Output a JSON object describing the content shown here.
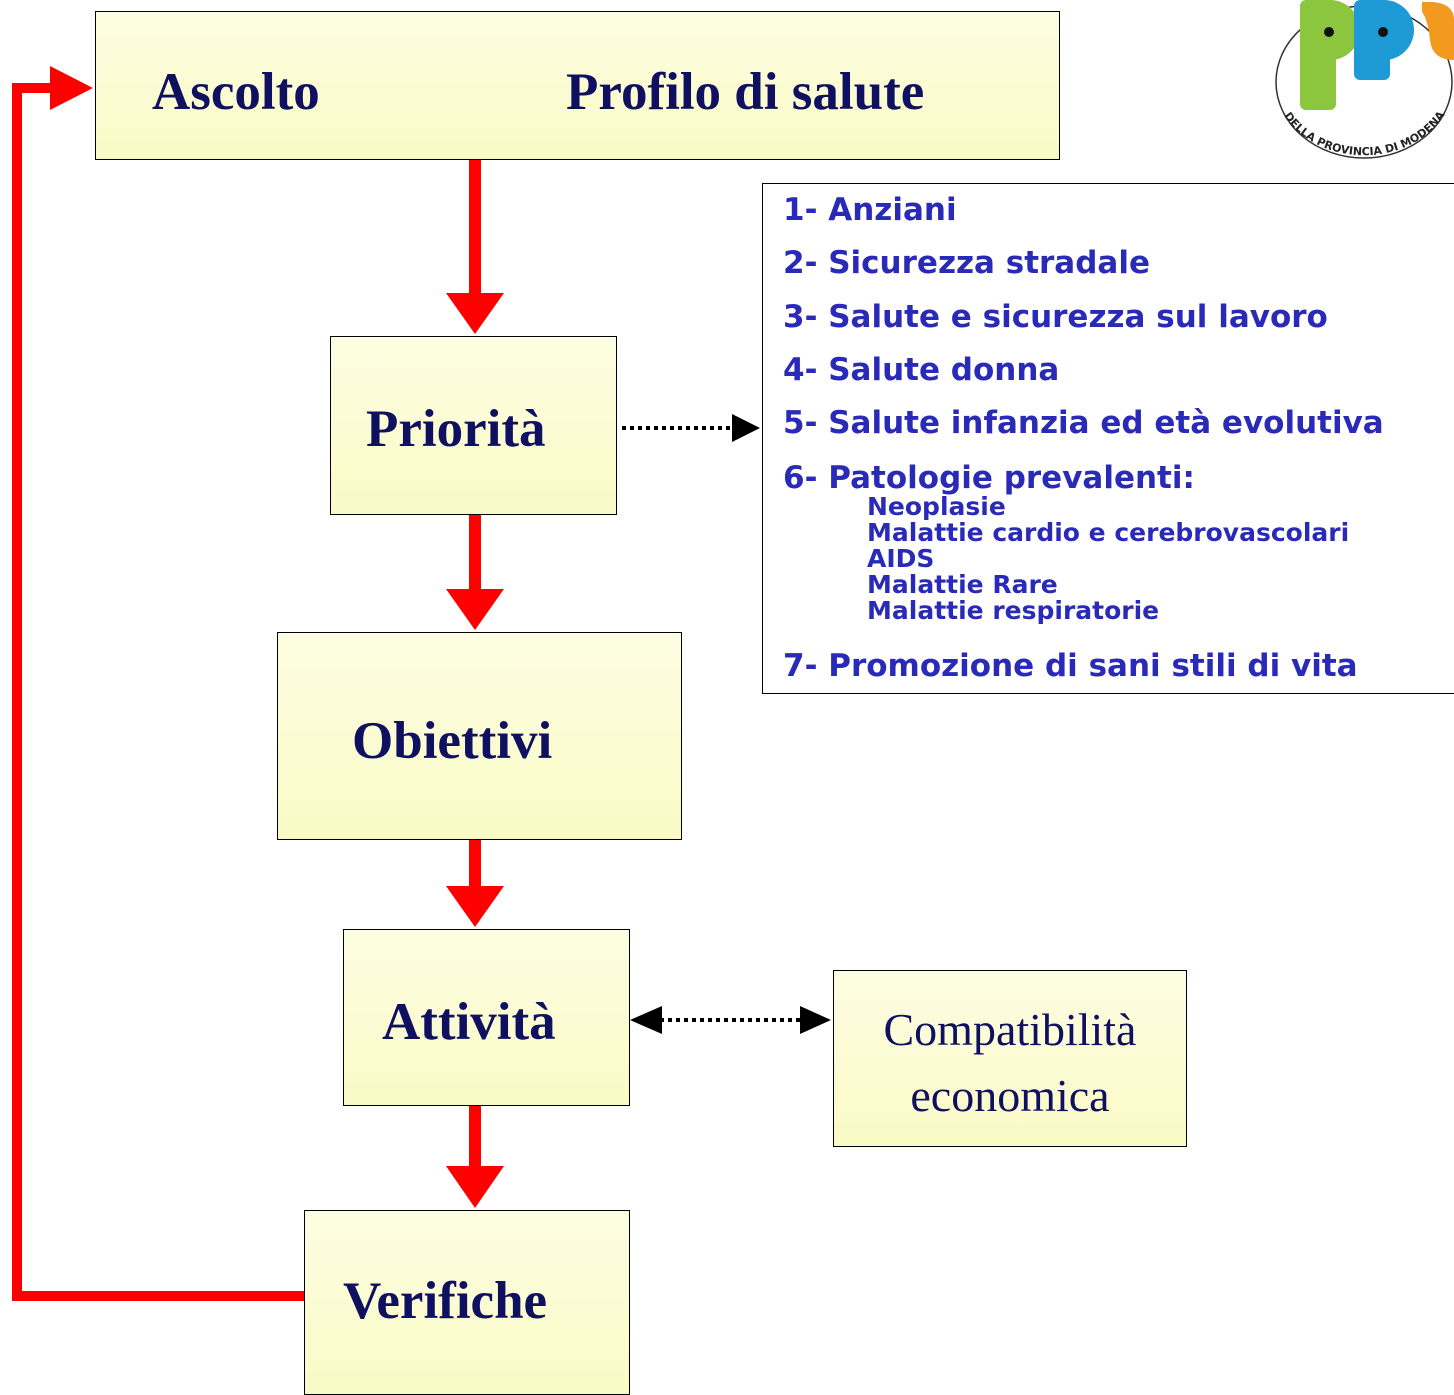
{
  "header": {
    "left_label": "Ascolto",
    "right_label": "Profilo di salute"
  },
  "steps": {
    "priorita": "Priorità",
    "obiettivi": "Obiettivi",
    "attivita": "Attività",
    "verifiche": "Verifiche"
  },
  "compatibility": {
    "line1": "Compatibilità",
    "line2": "economica"
  },
  "priorities": [
    "1- Anziani",
    "2- Sicurezza stradale",
    "3- Salute e sicurezza sul lavoro",
    "4- Salute donna",
    "5- Salute infanzia ed età evolutiva",
    "6- Patologie prevalenti:",
    "7- Promozione di sani stili di vita"
  ],
  "pathologies": [
    "Neoplasie",
    "Malattie cardio e cerebrovascolari",
    "AIDS",
    "Malattie Rare",
    "Malattie respiratorie"
  ],
  "logo": {
    "ring_text": "DELLA PROVINCIA DI MODENA"
  },
  "colors": {
    "flow_arrow": "#ff0000",
    "title_text": "#101060",
    "list_text": "#2a2ab8",
    "box_fill": "#fafac6"
  }
}
